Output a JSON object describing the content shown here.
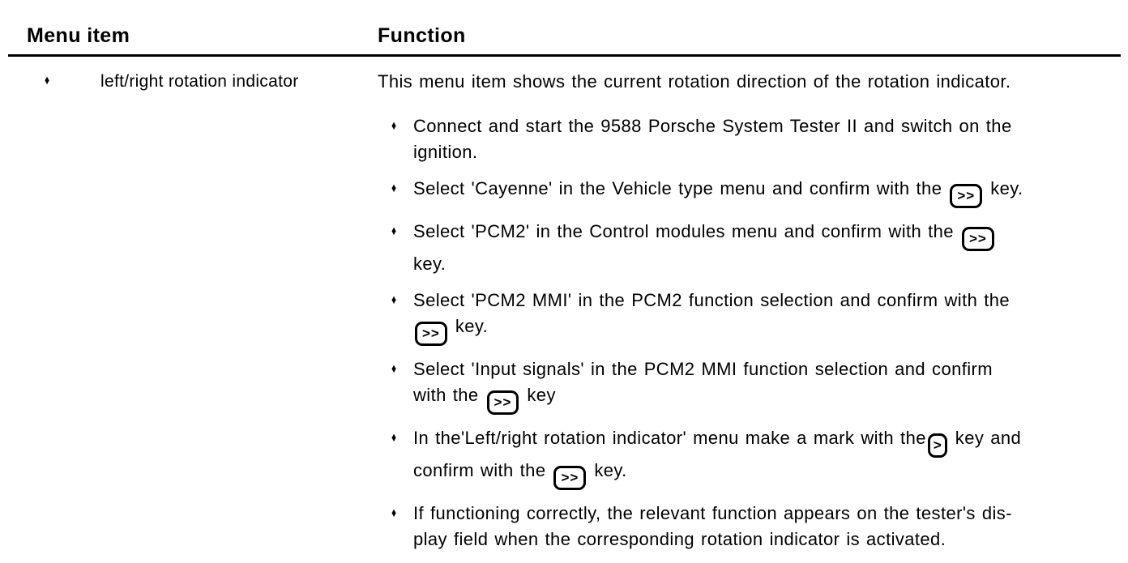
{
  "icons": {
    "bullet": "♦"
  },
  "colors": {
    "text": "#000000",
    "background": "#ffffff",
    "rule": "#000000",
    "key_border": "#000000"
  },
  "table": {
    "columns": [
      {
        "label": "Menu item"
      },
      {
        "label": "Function"
      }
    ],
    "row": {
      "menu_item": {
        "label": "left/right rotation indicator"
      },
      "function": {
        "intro": "This menu item shows the current rotation direction of the rotation indicator.",
        "steps": [
          {
            "segments": [
              {
                "t": "text",
                "v": "Connect and start the 9588 Porsche System Tester II and switch on the"
              },
              {
                "t": "br"
              },
              {
                "t": "text",
                "v": "ignition."
              }
            ]
          },
          {
            "segments": [
              {
                "t": "text",
                "v": "Select 'Cayenne' in the Vehicle type menu and confirm with the "
              },
              {
                "t": "key",
                "v": ">>"
              },
              {
                "t": "text",
                "v": " key."
              }
            ]
          },
          {
            "segments": [
              {
                "t": "text",
                "v": "Select 'PCM2' in the Control modules menu and confirm with the "
              },
              {
                "t": "key",
                "v": ">>"
              },
              {
                "t": "br"
              },
              {
                "t": "text",
                "v": "key."
              }
            ]
          },
          {
            "segments": [
              {
                "t": "text",
                "v": "Select 'PCM2 MMI' in the PCM2 function selection and confirm with the"
              },
              {
                "t": "br"
              },
              {
                "t": "key",
                "v": ">>"
              },
              {
                "t": "text",
                "v": " key."
              }
            ]
          },
          {
            "segments": [
              {
                "t": "text",
                "v": "Select 'Input signals' in the PCM2 MMI function selection and confirm"
              },
              {
                "t": "br"
              },
              {
                "t": "text",
                "v": "with the "
              },
              {
                "t": "key",
                "v": ">>"
              },
              {
                "t": "text",
                "v": " key"
              }
            ]
          },
          {
            "segments": [
              {
                "t": "text",
                "v": "In the'Left/right rotation indicator' menu make a mark with the"
              },
              {
                "t": "key",
                "v": ">"
              },
              {
                "t": "text",
                "v": " key and"
              },
              {
                "t": "br"
              },
              {
                "t": "text",
                "v": "confirm with the "
              },
              {
                "t": "key",
                "v": ">>"
              },
              {
                "t": "text",
                "v": " key."
              }
            ]
          },
          {
            "segments": [
              {
                "t": "text",
                "v": "If functioning correctly, the relevant function appears on the tester's dis-"
              },
              {
                "t": "br"
              },
              {
                "t": "text",
                "v": "play field when the corresponding rotation indicator is activated."
              }
            ]
          }
        ]
      }
    }
  }
}
